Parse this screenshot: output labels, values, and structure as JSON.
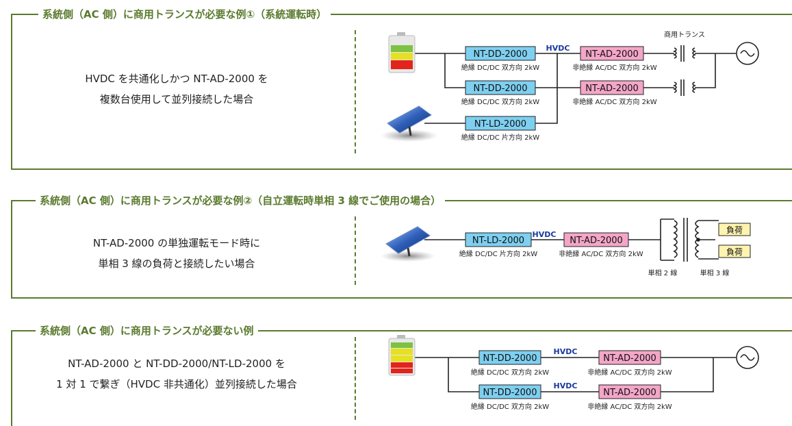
{
  "colors": {
    "accent": "#5a7a2e",
    "dd": "#7ecff0",
    "ad": "#f3a6c8",
    "load": "#fff3b0",
    "hvdc": "#1a3a9c"
  },
  "sections": [
    {
      "title": "系統側（AC 側）に商用トランスが必要な例①（系統運転時）",
      "desc_lines": [
        "HVDC を共通化しかつ NT-AD-2000 を",
        "複数台使用して並列接続した場合"
      ],
      "diagram": {
        "hvdc": "HVDC",
        "transformer_label": "商用トランス",
        "units": [
          {
            "name": "NT-DD-2000",
            "caption": "絶縁 DC/DC 双方向 2kW"
          },
          {
            "name": "NT-DD-2000",
            "caption": "絶縁 DC/DC 双方向 2kW"
          },
          {
            "name": "NT-LD-2000",
            "caption": "絶縁 DC/DC 片方向 2kW"
          },
          {
            "name": "NT-AD-2000",
            "caption": "非絶縁 AC/DC 双方向 2kW"
          },
          {
            "name": "NT-AD-2000",
            "caption": "非絶縁 AC/DC 双方向 2kW"
          }
        ]
      }
    },
    {
      "title": "系統側（AC 側）に商用トランスが必要な例②（自立運転時単相 3 線でご使用の場合）",
      "desc_lines": [
        "NT-AD-2000 の単独運転モード時に",
        "単相 3 線の負荷と接続したい場合"
      ],
      "diagram": {
        "hvdc": "HVDC",
        "units": [
          {
            "name": "NT-LD-2000",
            "caption": "絶縁 DC/DC 片方向 2kW"
          },
          {
            "name": "NT-AD-2000",
            "caption": "非絶縁 AC/DC 双方向 2kW"
          }
        ],
        "loads": [
          "負荷",
          "負荷"
        ],
        "wire_labels": [
          "単相 2 線",
          "単相 3 線"
        ]
      }
    },
    {
      "title": "系統側（AC 側）に商用トランスが必要ない例",
      "desc_lines": [
        "NT-AD-2000 と NT-DD-2000/NT-LD-2000 を",
        "1 対 1 で繋ぎ（HVDC 非共通化）並列接続した場合"
      ],
      "diagram": {
        "hvdc": "HVDC",
        "units": [
          {
            "name": "NT-DD-2000",
            "caption": "絶縁 DC/DC 双方向 2kW"
          },
          {
            "name": "NT-AD-2000",
            "caption": "非絶縁 AC/DC 双方向 2kW"
          },
          {
            "name": "NT-DD-2000",
            "caption": "絶縁 DC/DC 双方向 2kW"
          },
          {
            "name": "NT-AD-2000",
            "caption": "非絶縁 AC/DC 双方向 2kW"
          }
        ]
      }
    }
  ]
}
